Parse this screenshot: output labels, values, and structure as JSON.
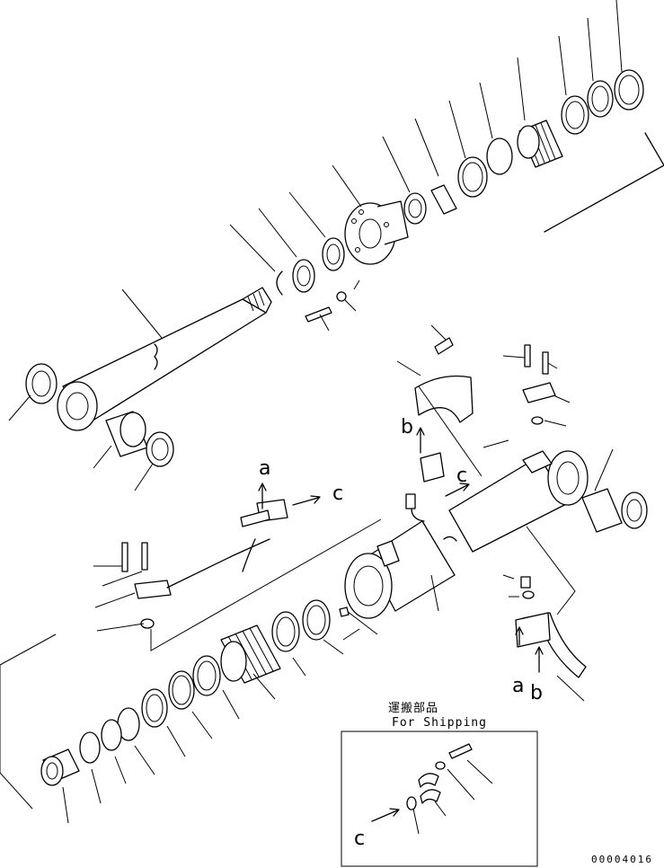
{
  "diagram": {
    "callout_labels": {
      "a_top": "a",
      "b_top": "b",
      "c_top": "c",
      "c_mid": "c",
      "a_bottom": "a",
      "b_bottom": "b",
      "c_inset": "c"
    },
    "shipping_box": {
      "title_jp": "運搬部品",
      "title_en": "For Shipping"
    },
    "drawing_code": "00004016"
  }
}
